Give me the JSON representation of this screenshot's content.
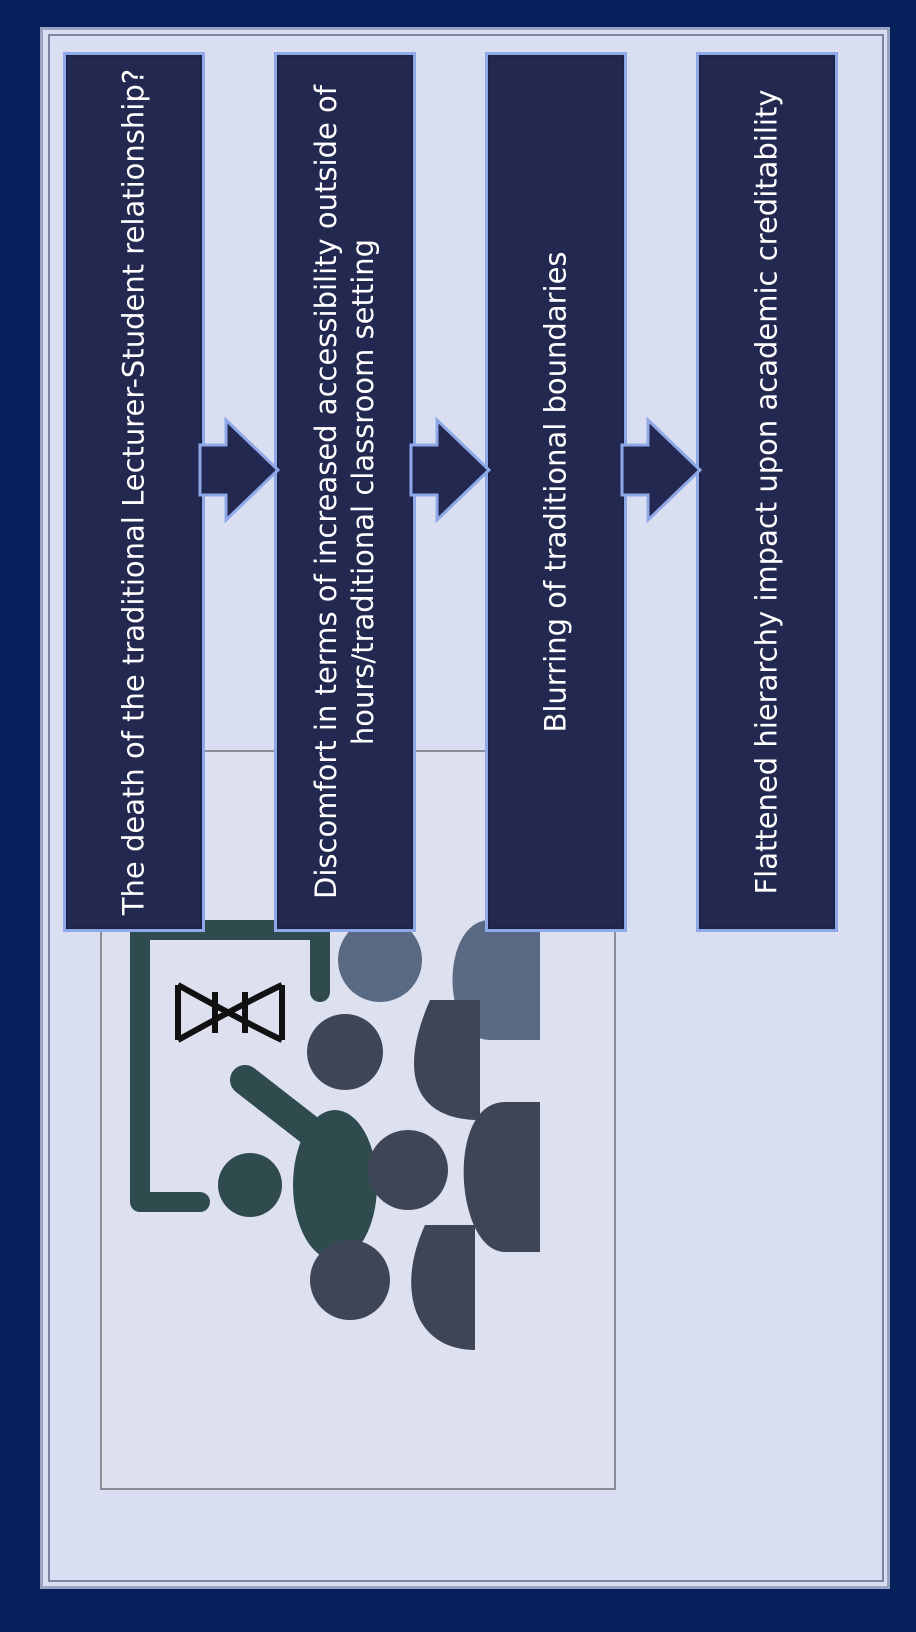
{
  "diagram": {
    "steps": [
      {
        "id": "step-1",
        "text": "The death of the traditional Lecturer-Student relationship?"
      },
      {
        "id": "step-2",
        "text": "Discomfort in terms of increased accessibility outside of hours/traditional classroom setting"
      },
      {
        "id": "step-3",
        "text": "Blurring of traditional boundaries"
      },
      {
        "id": "step-4",
        "text": "Flattened hierarchy impact upon academic creditability"
      }
    ],
    "colors": {
      "box_fill": "#232850",
      "box_border": "#8fa9e8",
      "panel": "#d9dff0",
      "background": "#06205c",
      "illustration_dark": "#3d4557",
      "illustration_teal": "#2f4b4e",
      "illustration_blue": "#5b6a84"
    },
    "icons": [
      "dna-icon",
      "whiteboard-icon",
      "audience-icon"
    ]
  }
}
